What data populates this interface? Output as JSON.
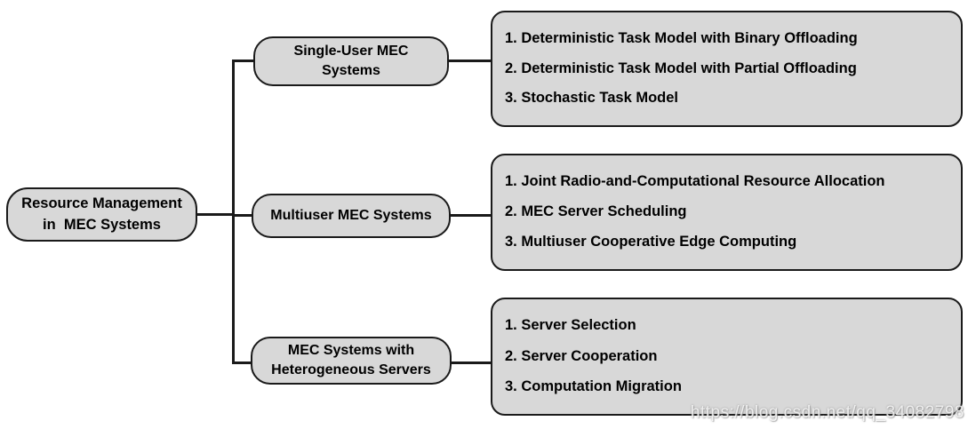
{
  "root": {
    "lines": [
      "Resource Management",
      "in  MEC Systems"
    ]
  },
  "branches": [
    {
      "label_lines": [
        "Single-User MEC",
        "Systems"
      ],
      "items": [
        "1. Deterministic Task Model with Binary Offloading",
        "2. Deterministic Task Model with Partial Offloading",
        "3. Stochastic Task Model"
      ]
    },
    {
      "label_lines": [
        "Multiuser MEC Systems"
      ],
      "items": [
        "1. Joint Radio-and-Computational Resource Allocation",
        "2. MEC Server Scheduling",
        "3. Multiuser Cooperative Edge Computing"
      ]
    },
    {
      "label_lines": [
        "MEC Systems with",
        "Heterogeneous Servers"
      ],
      "items": [
        "1. Server Selection",
        "2. Server Cooperation",
        "3. Computation Migration"
      ]
    }
  ],
  "watermark": "https://blog.csdn.net/qq_34082798",
  "colors": {
    "box_fill": "#d8d8d8",
    "box_border": "#1a1a1a",
    "text": "#000000",
    "connector": "#1a1a1a",
    "background": "#ffffff"
  }
}
